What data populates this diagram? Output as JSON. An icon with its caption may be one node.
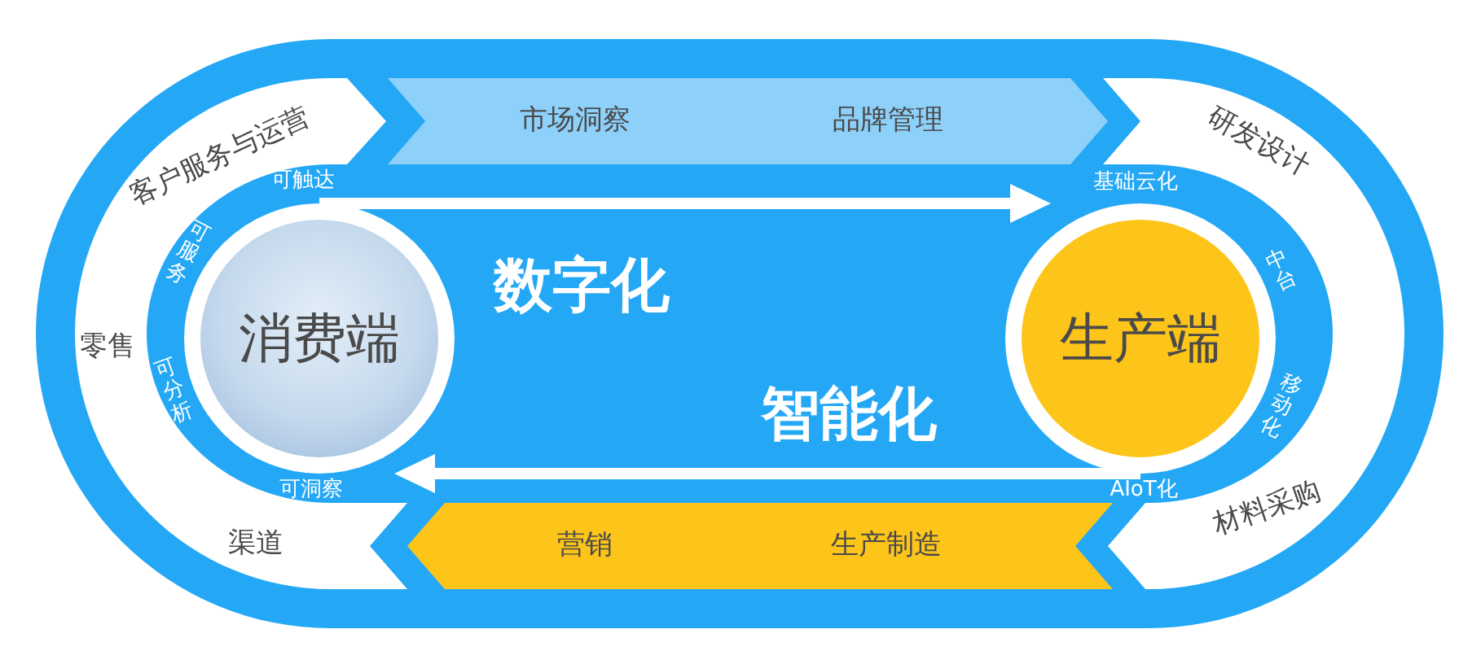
{
  "diagram": {
    "nodes": [
      {
        "text": [
          "市场洞察",
          "品牌管理"
        ]
      },
      {
        "text": [
          "客户服务与运营",
          "零售",
          "渠道"
        ]
      },
      {
        "text": [
          "研发设计",
          "材料采购"
        ]
      },
      {
        "text": [
          "消费端"
        ]
      },
      {
        "text": [
          "生产端"
        ]
      },
      {
        "text": [
          "营销",
          "生产制造"
        ]
      }
    ],
    "edges": [
      {
        "from": 3,
        "to": 4,
        "arrow": "to"
      },
      {
        "from": 4,
        "to": 3,
        "arrow": "to"
      }
    ],
    "labels": [
      "可触达",
      "基础云化",
      "可服务",
      "中台",
      "数字化",
      "可分析",
      "智能化",
      "移动化",
      "可洞察",
      "AIoT化"
    ]
  }
}
